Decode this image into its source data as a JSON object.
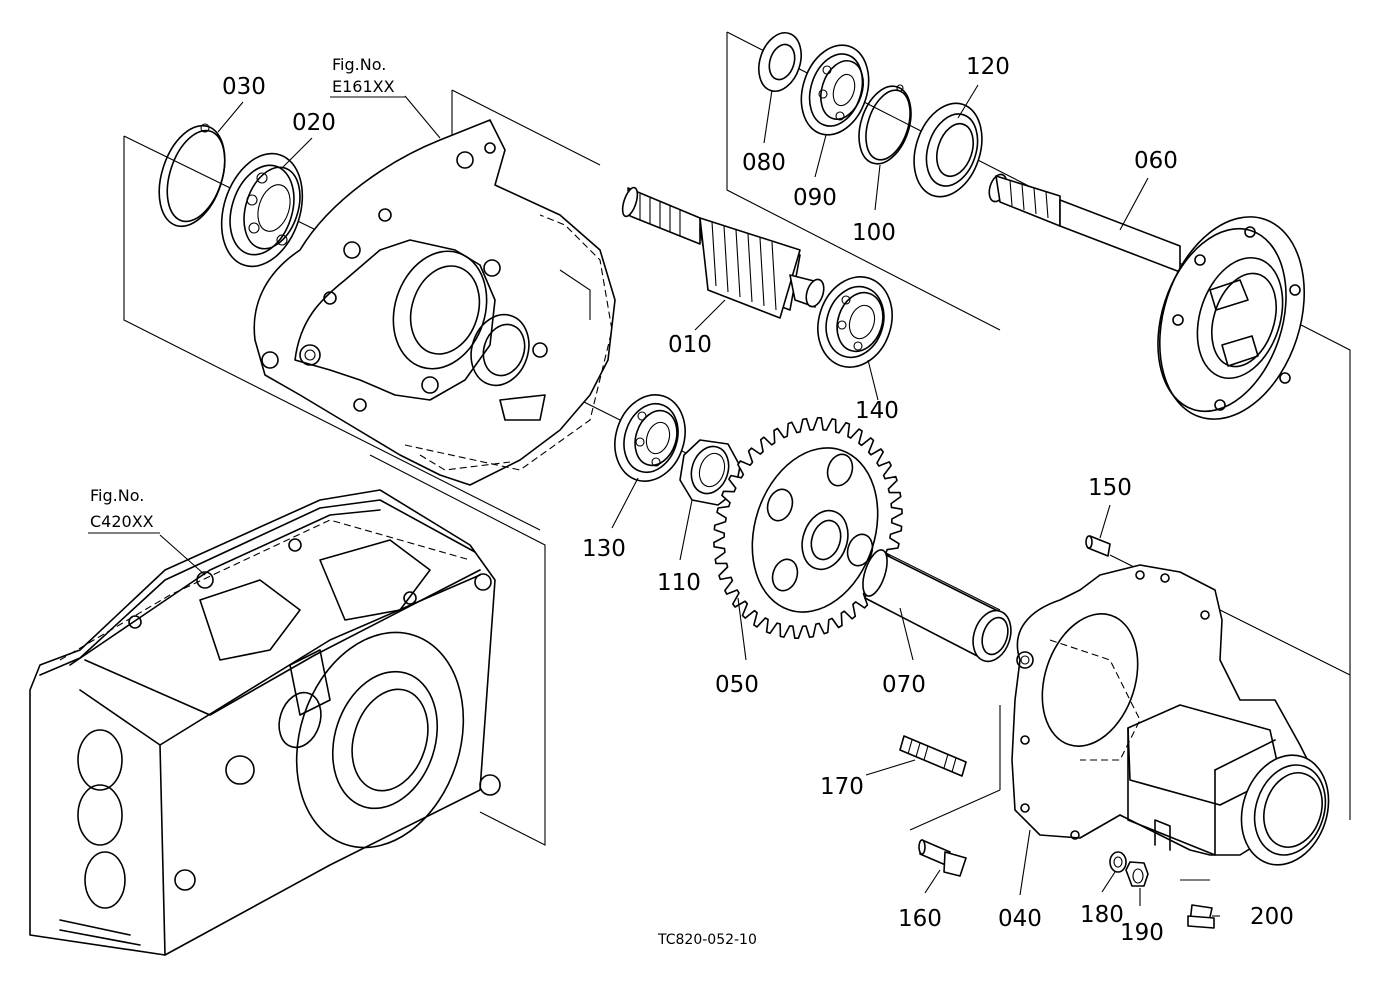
{
  "parts": [
    {
      "id": "p010",
      "label": "010"
    },
    {
      "id": "p020",
      "label": "020"
    },
    {
      "id": "p030",
      "label": "030"
    },
    {
      "id": "p040",
      "label": "040"
    },
    {
      "id": "p050",
      "label": "050"
    },
    {
      "id": "p060",
      "label": "060"
    },
    {
      "id": "p070",
      "label": "070"
    },
    {
      "id": "p080",
      "label": "080"
    },
    {
      "id": "p090",
      "label": "090"
    },
    {
      "id": "p100",
      "label": "100"
    },
    {
      "id": "p110",
      "label": "110"
    },
    {
      "id": "p120",
      "label": "120"
    },
    {
      "id": "p130",
      "label": "130"
    },
    {
      "id": "p140",
      "label": "140"
    },
    {
      "id": "p150",
      "label": "150"
    },
    {
      "id": "p160",
      "label": "160"
    },
    {
      "id": "p170",
      "label": "170"
    },
    {
      "id": "p180",
      "label": "180"
    },
    {
      "id": "p190",
      "label": "190"
    },
    {
      "id": "p200",
      "label": "200"
    }
  ],
  "figure_refs": [
    {
      "line1": "Fig.No.",
      "line2": "E161XX"
    },
    {
      "line1": "Fig.No.",
      "line2": "C420XX"
    }
  ],
  "drawing_code": "TC820-052-10"
}
